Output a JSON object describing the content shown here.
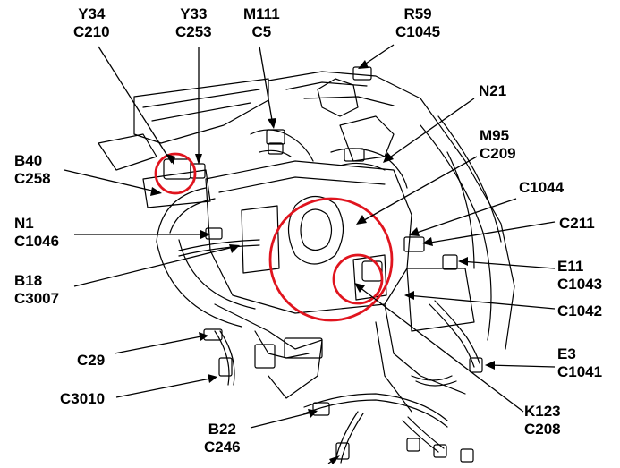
{
  "labels": {
    "y34": {
      "l1": "Y34",
      "l2": "C210"
    },
    "y33": {
      "l1": "Y33",
      "l2": "C253"
    },
    "m111": {
      "l1": "M111",
      "l2": "C5"
    },
    "r59": {
      "l1": "R59",
      "l2": "C1045"
    },
    "n21": {
      "l1": "N21"
    },
    "m95": {
      "l1": "M95",
      "l2": "C209"
    },
    "c1044": {
      "l1": "C1044"
    },
    "c211": {
      "l1": "C211"
    },
    "e11": {
      "l1": "E11",
      "l2": "C1043"
    },
    "c1042": {
      "l1": "C1042"
    },
    "e3": {
      "l1": "E3",
      "l2": "C1041"
    },
    "k123": {
      "l1": "K123",
      "l2": "C208"
    },
    "b22": {
      "l1": "B22",
      "l2": "C246"
    },
    "c3010": {
      "l1": "C3010"
    },
    "c29": {
      "l1": "C29"
    },
    "b18": {
      "l1": "B18",
      "l2": "C3007"
    },
    "n1": {
      "l1": "N1",
      "l2": "C1046"
    },
    "b40": {
      "l1": "B40",
      "l2": "C258"
    }
  },
  "colors": {
    "ink": "#000000",
    "highlight": "#e0141e",
    "background": "#ffffff"
  }
}
